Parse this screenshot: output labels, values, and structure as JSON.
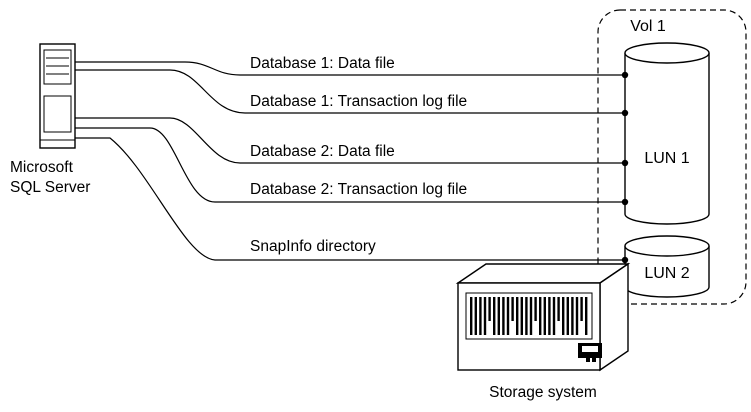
{
  "server": {
    "label_line1": "Microsoft",
    "label_line2": "SQL Server",
    "icon": "server-tower-icon"
  },
  "volume": {
    "label": "Vol 1"
  },
  "luns": [
    {
      "label": "LUN 1"
    },
    {
      "label": "LUN 2"
    }
  ],
  "connections": [
    {
      "label": "Database 1: Data file"
    },
    {
      "label": "Database 1: Transaction log file"
    },
    {
      "label": "Database 2: Data file"
    },
    {
      "label": "Database 2: Transaction log file"
    },
    {
      "label": "SnapInfo directory"
    }
  ],
  "storage": {
    "label": "Storage system",
    "icon": "storage-appliance-icon"
  }
}
